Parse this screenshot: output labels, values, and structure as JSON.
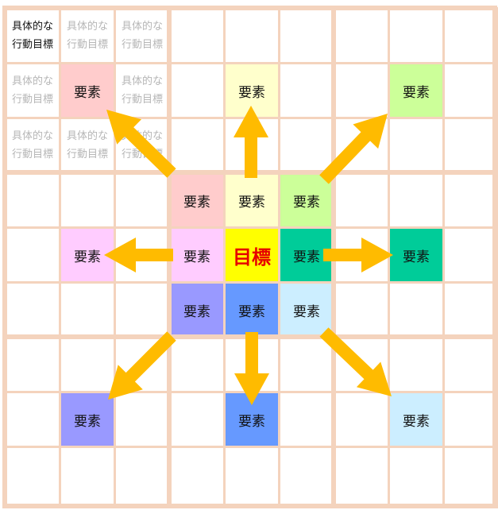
{
  "goal_label": "目標",
  "element_label": "要素",
  "sub_goal_line1": "具体的な",
  "sub_goal_line2": "行動目標",
  "colors": {
    "grid_border": "#f4d3bd",
    "arrow": "#ffbb00",
    "goal": "#ffff00",
    "goal_text": "#e60000",
    "pink": "#ffcccc",
    "cream": "#ffffcc",
    "lime": "#ccff99",
    "magenta": "#ffccff",
    "teal": "#00cc99",
    "purple": "#9999ff",
    "blue": "#6699ff",
    "light_blue": "#cceeff"
  },
  "elements": [
    {
      "id": "top-left",
      "color_key": "pink"
    },
    {
      "id": "top",
      "color_key": "cream"
    },
    {
      "id": "top-right",
      "color_key": "lime"
    },
    {
      "id": "left",
      "color_key": "magenta"
    },
    {
      "id": "right",
      "color_key": "teal"
    },
    {
      "id": "bottom-left",
      "color_key": "purple"
    },
    {
      "id": "bottom",
      "color_key": "blue"
    },
    {
      "id": "bottom-right",
      "color_key": "light_blue"
    }
  ]
}
